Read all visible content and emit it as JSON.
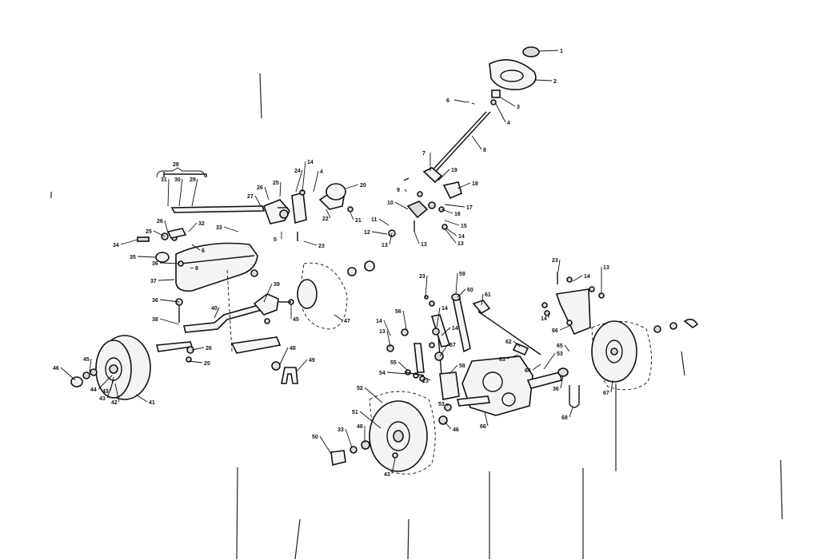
{
  "diagram": {
    "callouts": [
      "1",
      "2",
      "3",
      "4",
      "6",
      "5",
      "7",
      "8",
      "9",
      "10",
      "11",
      "12",
      "13",
      "14",
      "15",
      "16",
      "17",
      "18",
      "19",
      "20",
      "21",
      "22",
      "23",
      "24",
      "25",
      "26",
      "27",
      "28",
      "29",
      "30",
      "31",
      "32",
      "33",
      "34",
      "35",
      "36",
      "37",
      "38",
      "39",
      "40",
      "41",
      "42",
      "43",
      "44",
      "45",
      "46",
      "47",
      "48",
      "49",
      "50",
      "51",
      "52",
      "53",
      "54",
      "55",
      "56",
      "57",
      "58",
      "59",
      "60",
      "61",
      "62",
      "63",
      "64",
      "65",
      "66",
      "67",
      "68"
    ]
  }
}
